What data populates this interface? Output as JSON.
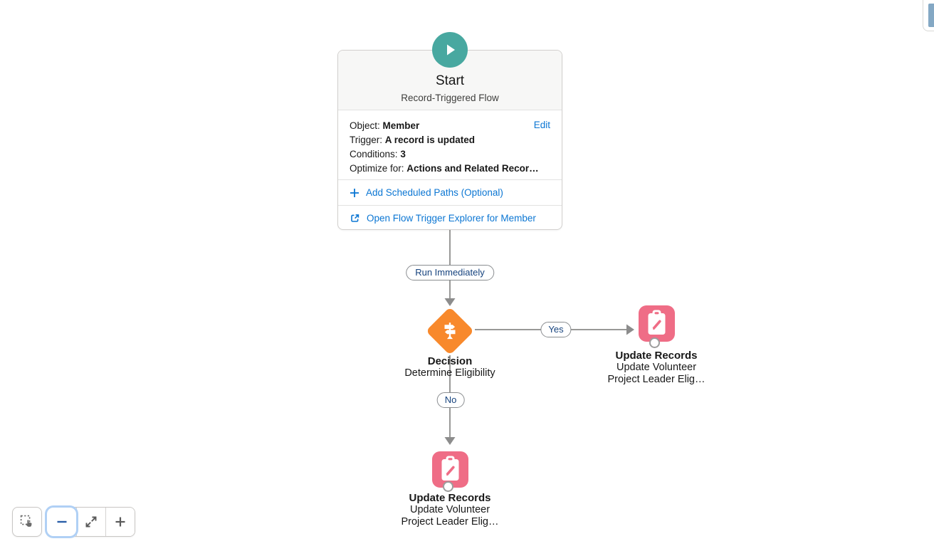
{
  "start_node": {
    "title": "Start",
    "subtitle": "Record-Triggered Flow",
    "edit_label": "Edit",
    "fields": [
      {
        "label": "Object:",
        "value": "Member"
      },
      {
        "label": "Trigger:",
        "value": "A record is updated"
      },
      {
        "label": "Conditions:",
        "value": "3"
      },
      {
        "label": "Optimize for:",
        "value": "Actions and Related Recor…"
      }
    ],
    "add_scheduled_paths": "Add Scheduled Paths (Optional)",
    "open_flow_trigger_explorer": "Open Flow Trigger Explorer for Member"
  },
  "connectors": {
    "run_immediately": "Run Immediately",
    "yes": "Yes",
    "no": "No"
  },
  "decision_node": {
    "type_label": "Decision",
    "name": "Determine Eligibility"
  },
  "update_records_yes_node": {
    "type_label": "Update Records",
    "name_line1": "Update Volunteer",
    "name_line2": "Project Leader Elig…"
  },
  "update_records_no_node": {
    "type_label": "Update Records",
    "name_line1": "Update Volunteer",
    "name_line2": "Project Leader Elig…"
  },
  "toolbar": {
    "buttons": [
      {
        "icon": "selection-mode-icon"
      },
      {
        "icon": "zoom-out-icon"
      },
      {
        "icon": "zoom-to-fit-icon"
      },
      {
        "icon": "zoom-in-icon"
      }
    ]
  },
  "colors": {
    "start_teal": "#48a8a0",
    "decision_orange": "#f8892c",
    "update_pink": "#ef6d86",
    "link_blue": "#0b76d3",
    "connector_gray": "#999997",
    "pill_text_navy": "#16437e"
  }
}
